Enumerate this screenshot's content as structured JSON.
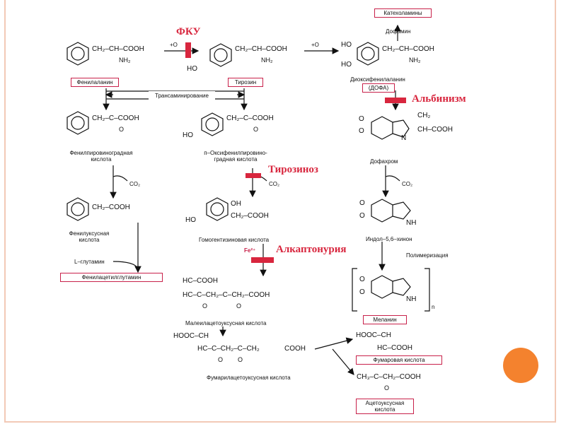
{
  "diseases": {
    "pku": "ФКУ",
    "albinism": "Альбинизм",
    "tyrosinosis": "Тирозиноз",
    "alkaptonuria": "Алкаптонурия"
  },
  "boxes": {
    "catecholamines": "Катехоламины",
    "phenylalanine": "Фенилаланин",
    "tyrosine": "Тирозин",
    "transamination": "Трансаминирование",
    "dopa": "(ДОФА)",
    "phenylacetylglutamine": "Фенилацетилглутамин",
    "melanin": "Меланин",
    "fumaric": "Фумаровая кислота",
    "acetoacetic_line1": "Ацетоуксусная",
    "acetoacetic_line2": "кислота"
  },
  "labels": {
    "dopamine": "Дофамин",
    "dioxyphenylalanine": "Диоксифенилаланин",
    "phenylpyruvic_1": "Фенилпировиноградная",
    "phenylpyruvic_2": "кислота",
    "hydroxyphenylpyruvic_1": "п–Оксифенилпировино-",
    "hydroxyphenylpyruvic_2": "градная кислота",
    "dopachrome": "Дофахром",
    "phenylacetic_1": "Фенилуксусная",
    "phenylacetic_2": "кислота",
    "homogentisic": "Гомогентизиновая кислота",
    "indolequinone": "Индол–5,6–хинон",
    "l_glutamine": "L–глутамин",
    "polymerization": "Полимеризация",
    "fe2": "Fe²⁺",
    "maleylacetoacetic": "Малеилацетоуксусная кислота",
    "fumarylacetoacetic": "Фумарилацетоуксусная кислота",
    "co2_a": "CO₂",
    "co2_b": "CO₂",
    "co2_c": "CO₂",
    "plus_o_1": "+O",
    "plus_o_2": "+O",
    "n_sub": "n"
  },
  "formulas": {
    "phe_chain": "CH₂–CH–COOH",
    "phe_nh2": "NH₂",
    "tyr_chain": "CH₂–CH–COOH",
    "tyr_nh2": "NH₂",
    "tyr_ho": "HO",
    "dopa_chain": "CH₂–CH–COOH",
    "dopa_nh2": "NH₂",
    "dopa_ho1": "HO",
    "dopa_ho2": "HO",
    "ppa_chain": "CH₂–C–COOH",
    "ppa_o": "O",
    "hppa_chain": "CH₂–C–COOH",
    "hppa_o": "O",
    "hppa_ho": "HO",
    "pac_chain": "CH₂–COOH",
    "hga_oh": "OH",
    "hga_ho": "HO",
    "hga_chain": "CH₂–COOH",
    "dopachrome_ch2": "CH₂",
    "dopachrome_ch": "CH–COOH",
    "dopachrome_n": "N",
    "dopachrome_o1": "O",
    "dopachrome_o2": "O",
    "iq_o1": "O",
    "iq_o2": "O",
    "iq_nh": "NH",
    "mel_o1": "O",
    "mel_o2": "O",
    "mel_nh": "NH",
    "maa_line1": "HC–COOH",
    "maa_line2": "HC–C–CH₂–C–CH₂–COOH",
    "maa_o1": "O",
    "maa_o2": "O",
    "faa_line1": "HOOC–CH",
    "faa_line2": "HC–C–CH₂–C–CH₂",
    "faa_cooh": "COOH",
    "faa_o1": "O",
    "faa_o2": "O",
    "fum_line1": "HOOC–CH",
    "fum_line2": "HC–COOH",
    "aca_line": "CH₃–C–CH₂–COOH",
    "aca_o": "O"
  }
}
